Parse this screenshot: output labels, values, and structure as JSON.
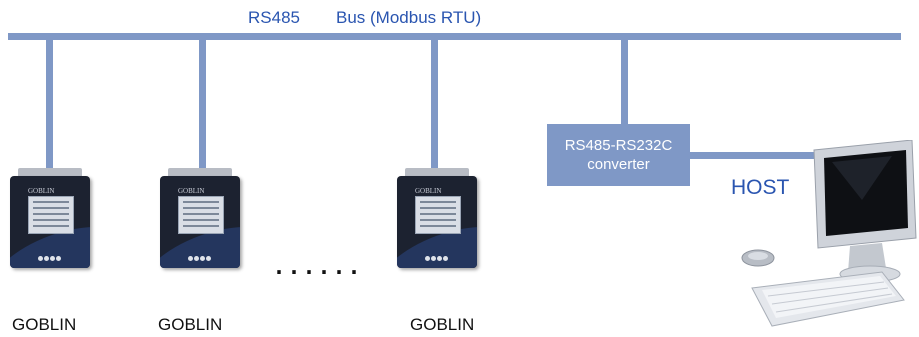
{
  "bus_label_a": "RS485",
  "bus_label_b": "Bus (Modbus RTU)",
  "converter": {
    "line1": "RS485-RS232C",
    "line2": "converter"
  },
  "host_label": "HOST",
  "devices": [
    "GOBLIN",
    "GOBLIN",
    "GOBLIN"
  ],
  "ellipsis": "......",
  "device_brand": "GOBLIN",
  "colors": {
    "bus": "#7f98c6",
    "label_blue": "#2a55b0",
    "device_body": "#1c2230"
  }
}
